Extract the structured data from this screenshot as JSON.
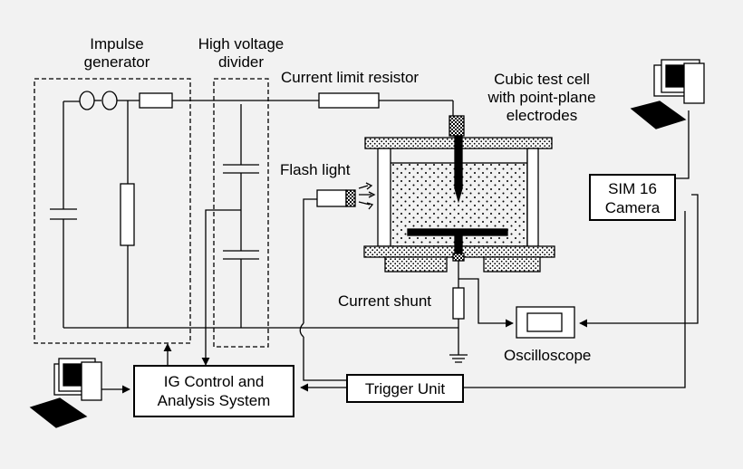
{
  "labels": {
    "impulse_generator": [
      "Impulse",
      "generator"
    ],
    "hv_divider": [
      "High voltage",
      "divider"
    ],
    "current_limit_resistor": "Current limit resistor",
    "test_cell": [
      "Cubic test cell",
      "with point-plane",
      "electrodes"
    ],
    "flash_light": "Flash light",
    "current_shunt": "Current shunt",
    "oscilloscope": "Oscilloscope"
  },
  "boxes": {
    "camera": [
      "SIM 16",
      "Camera"
    ],
    "ig_control": [
      "IG Control and",
      "Analysis System"
    ],
    "trigger_unit": "Trigger Unit"
  },
  "icons": [
    "computer-icon",
    "flash-light-icon",
    "ground-icon",
    "capacitor-icon",
    "resistor-icon",
    "spark-gap-icon"
  ]
}
